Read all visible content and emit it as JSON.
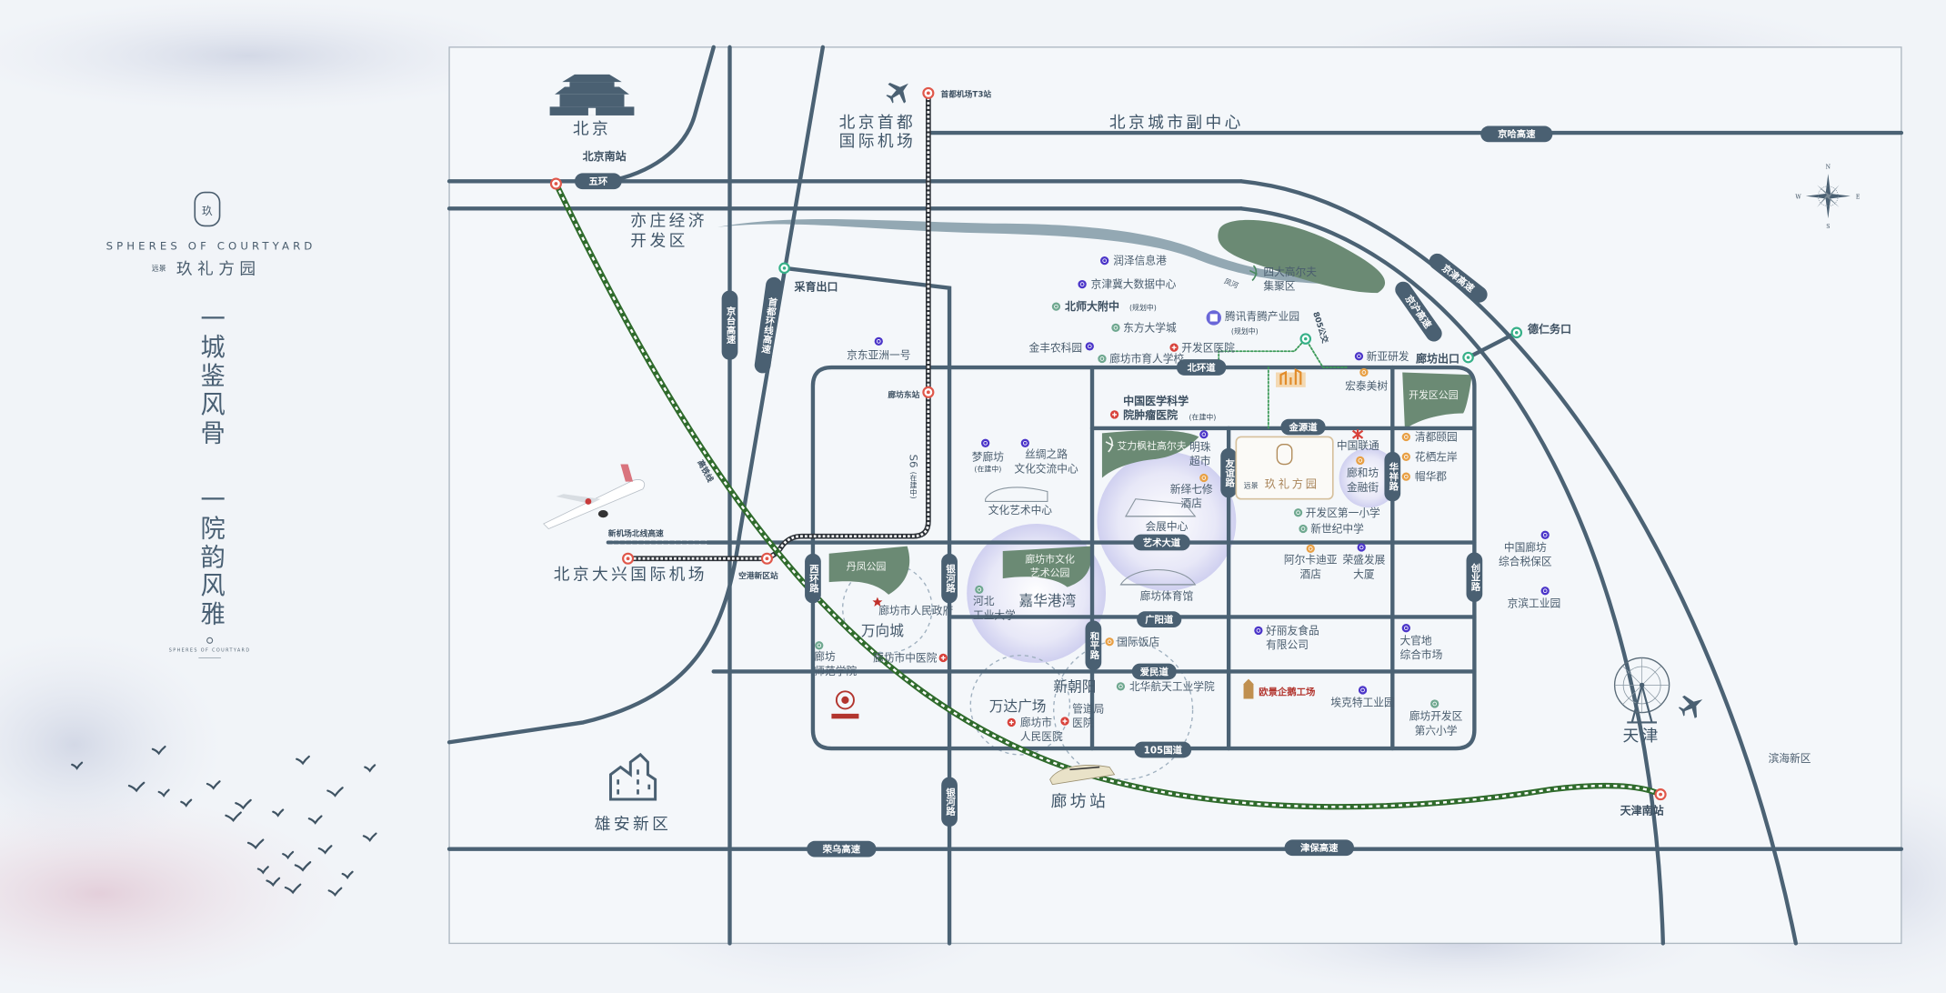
{
  "colors": {
    "road": "#4b6274",
    "badge": "#4a6072",
    "park": "#6b8a74",
    "hsr": "#2f6b2c",
    "poi_purple": "#4b35c9",
    "poi_green": "#6fa890",
    "poi_orange": "#e8a045",
    "poi_red": "#d8423b",
    "project_gold": "#b08a58"
  },
  "brand": {
    "logo_glyph": "玖",
    "name_en": "SPHERES OF COURTYARD",
    "prefix": "远景",
    "name_cn": "玖礼方园",
    "slogan_1": "一城鉴风骨",
    "slogan_2": "一院韵风雅",
    "footer_en": "SPHERES OF COURTYARD"
  },
  "places": {
    "beijing": "北京",
    "beijing_south": "北京南站",
    "capital_airport": [
      "北京首都",
      "国际机场"
    ],
    "t3": "首都机场T3站",
    "subcenter": "北京城市副中心",
    "yizhuang": [
      "亦庄经济",
      "开发区"
    ],
    "caiyu": "采育出口",
    "langfang_east": "廊坊东站",
    "s6": "S6",
    "s6_note": "(在建中)",
    "hsr": "高铁线",
    "new_airport_hw": "新机场北线高速",
    "daxing": "北京大兴国际机场",
    "konggang": "空港新区站",
    "xiongan": "雄安新区",
    "langfang_station": "廊坊站",
    "tianjin": "天津",
    "tianjin_south": "天津南站",
    "binhai": "滨海新区",
    "deren": "德仁务口",
    "langfang_exit": "廊坊出口",
    "river": "凤河"
  },
  "roads": {
    "wuhuan": "五环",
    "jingha": "京哈高速",
    "jingtai": "京台高速",
    "shoudu_ring": "首都环线高速",
    "jingjin": "京津高速",
    "jinghu": "京沪高速",
    "rongwu": "荣乌高速",
    "jinbao": "津保高速",
    "xihuan": "西环路",
    "yinhe": "银河路",
    "heping": "和平路",
    "youyi": "友谊路",
    "huaxiang": "华祥路",
    "chuangye": "创业路",
    "beihuan": "北环道",
    "jinyuan": "金源道",
    "yishu": "艺术大道",
    "guangyang": "广阳道",
    "aimin": "爱民道",
    "g105": "105国道",
    "bus805": "805公交"
  },
  "pois": {
    "runze": [
      "润泽信息港"
    ],
    "jjj_data": [
      "京津冀大数据中心"
    ],
    "bsd": [
      "北师大附中"
    ],
    "bsd_note": "(规划中)",
    "dongfang": [
      "东方大学城"
    ],
    "jinfeng": [
      "金丰农科园"
    ],
    "kfq_hosp": [
      "开发区医院"
    ],
    "yuren": [
      "廊坊市育人学校"
    ],
    "tencent": [
      "腾讯青腾产业园"
    ],
    "tencent_note": "(规划中)",
    "golf4": [
      "四大高尔夫",
      "集聚区"
    ],
    "xinya": [
      "新亚研发"
    ],
    "hongtai": [
      "宏泰美树"
    ],
    "cams": [
      "中国医学科学",
      "院肿瘤医院"
    ],
    "cams_note": "(在建中)",
    "mengl": [
      "梦廊坊"
    ],
    "mengl_note": "(在建中)",
    "silk": [
      "丝绸之路",
      "文化交流中心"
    ],
    "art_center": [
      "文化艺术中心"
    ],
    "mingzhu": [
      "明珠",
      "超市"
    ],
    "xinyi": [
      "新绎七修",
      "酒店"
    ],
    "huizhan": [
      "会展中心"
    ],
    "unicom": [
      "中国联通"
    ],
    "jrj": [
      "廊和坊",
      "金融街"
    ],
    "qingdu": [
      "清都颐园"
    ],
    "huaqi": [
      "花栖左岸"
    ],
    "maohua": [
      "帽华郡"
    ],
    "kfq1": [
      "开发区第一小学"
    ],
    "xsj": [
      "新世纪中学"
    ],
    "arcadia": [
      "阿尔卡迪亚",
      "酒店"
    ],
    "rongsheng": [
      "荣盛发展",
      "大厦"
    ],
    "haoliyou": [
      "好丽友食品",
      "有限公司"
    ],
    "daguandi": [
      "大官地",
      "综合市场"
    ],
    "aike": [
      "埃克特工业园"
    ],
    "liuxiao": [
      "廊坊开发区",
      "第六小学"
    ],
    "oujing": "欧景企鹅工场",
    "beihua": [
      "北华航天工业学院"
    ],
    "guoji": [
      "国际饭店"
    ],
    "jiahua": [
      "嘉华港湾"
    ],
    "hebei": [
      "河北",
      "工业大学"
    ],
    "tiyuguan": [
      "廊坊体育馆"
    ],
    "zhengfu": [
      "廊坊市人民政府"
    ],
    "wanxiang": [
      "万向城"
    ],
    "shifan": [
      "廊坊",
      "师范学院"
    ],
    "zhongyi": [
      "廊坊市中医院"
    ],
    "xinchaoyang": [
      "新朝阳"
    ],
    "wanda": [
      "万达广场"
    ],
    "renmin": [
      "廊坊市",
      "人民医院"
    ],
    "guandao": [
      "管道局",
      "医院"
    ],
    "tax": [
      "中国廊坊",
      "综合税保区"
    ],
    "jingbin": [
      "京滨工业园"
    ],
    "jd": [
      "京东亚洲一号"
    ]
  },
  "parks": {
    "golf_aili": "艾力枫社高尔夫",
    "danfeng": "丹凤公园",
    "wenhua": [
      "廊坊市文化",
      "艺术公园"
    ],
    "kfq_park": "开发区公园"
  },
  "project": {
    "prefix": "远景",
    "name": "玖礼方园"
  },
  "compass": {
    "n": "N",
    "s": "S",
    "e": "E",
    "w": "W"
  }
}
